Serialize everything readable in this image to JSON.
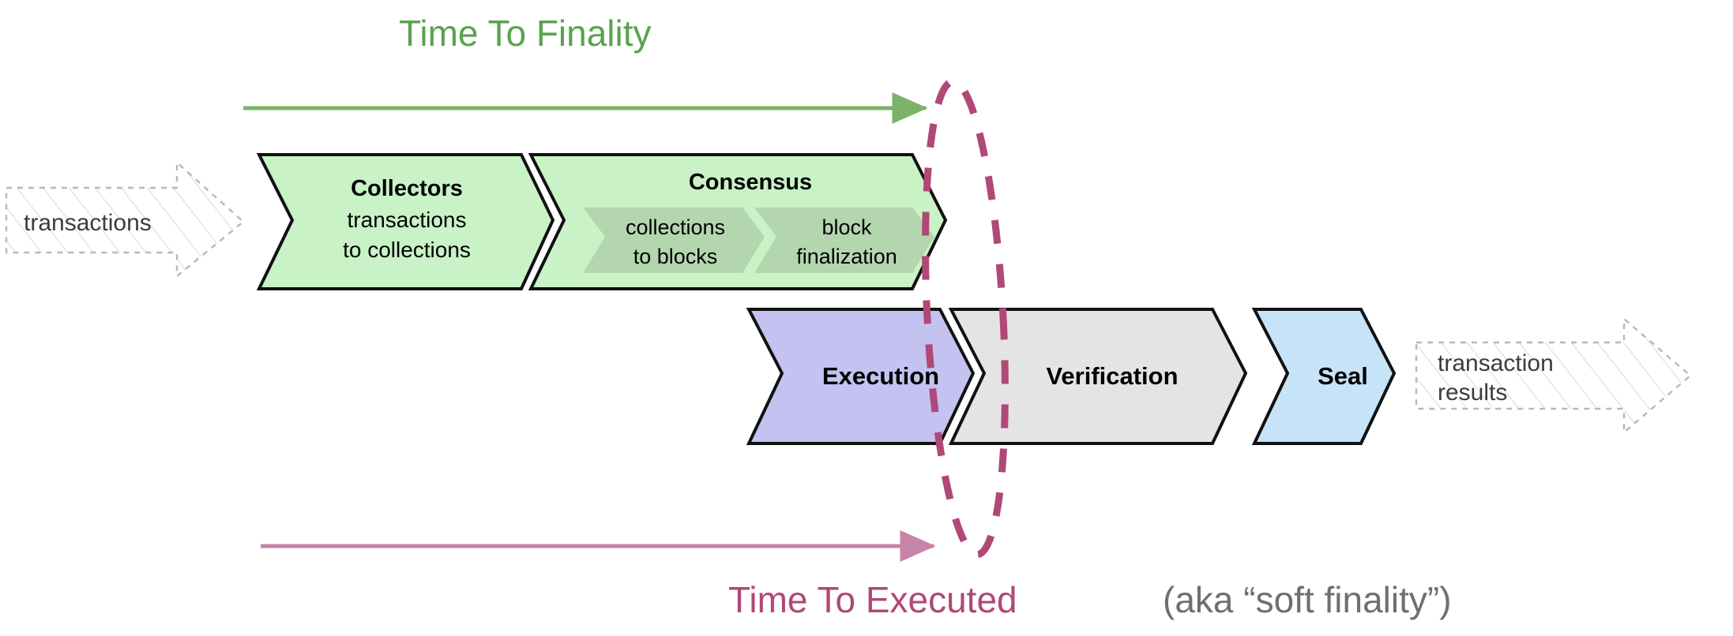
{
  "diagram": {
    "title_top": "Time To Finality",
    "title_bottom_main": "Time To Executed",
    "title_bottom_note": "(aka “soft finality”)",
    "input_label_line1": "transactions",
    "output_label_line1": "transaction",
    "output_label_line2": "results"
  },
  "stages": {
    "collectors": {
      "name": "Collectors",
      "sub_line1": "transactions",
      "sub_line2": "to collections",
      "fill": "#c9f2c7"
    },
    "consensus": {
      "name": "Consensus",
      "fill": "#c9f2c7",
      "substages": [
        {
          "line1": "collections",
          "line2": "to blocks",
          "fill": "#b3d6af"
        },
        {
          "line1": "block",
          "line2": "finalization",
          "fill": "#b3d6af"
        }
      ]
    },
    "execution": {
      "name": "Execution",
      "fill": "#c4c2f0"
    },
    "verification": {
      "name": "Verification",
      "fill": "#e4e4e4"
    },
    "seal": {
      "name": "Seal",
      "fill": "#c6e3f7"
    }
  },
  "annotations": {
    "finality_arrow_color": "#7cb36a",
    "executed_arrow_color": "#c783a8",
    "ellipse_color": "#b04878",
    "ghost_arrow_color": "#b8b8b8"
  }
}
